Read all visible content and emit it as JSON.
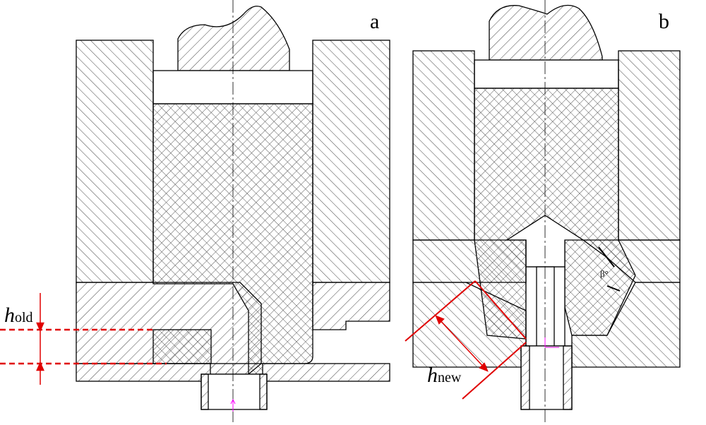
{
  "panels": [
    {
      "id": "a",
      "label": "a",
      "dimension": {
        "symbol": "h",
        "subscript": "old"
      }
    },
    {
      "id": "b",
      "label": "b",
      "dimension": {
        "symbol": "h",
        "subscript": "new"
      },
      "angle_label": "β°"
    }
  ],
  "colors": {
    "outline": "#000000",
    "dimension": "#e00000",
    "axis_marker": "#ff00ff"
  }
}
